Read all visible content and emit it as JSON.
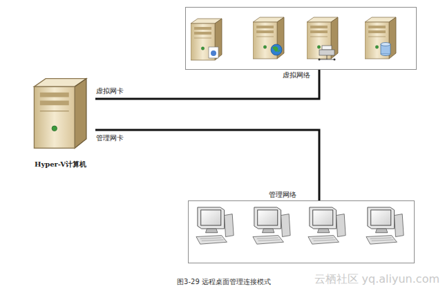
{
  "diagram": {
    "caption": "图3-29   远程桌面管理连接模式",
    "nodes": [
      {
        "text": [
          "Hyper-V计算机"
        ]
      },
      {
        "text": [
          "虚拟网络"
        ]
      },
      {
        "text": [
          "管理网络"
        ]
      }
    ],
    "edges": [
      {
        "from": 0,
        "to": 1,
        "arrow": "none",
        "label": "虚拟网卡"
      },
      {
        "from": 0,
        "to": 2,
        "arrow": "none",
        "label": "管理网卡"
      }
    ],
    "labels": [
      "云栖社区 yq.aliyun.com"
    ]
  }
}
